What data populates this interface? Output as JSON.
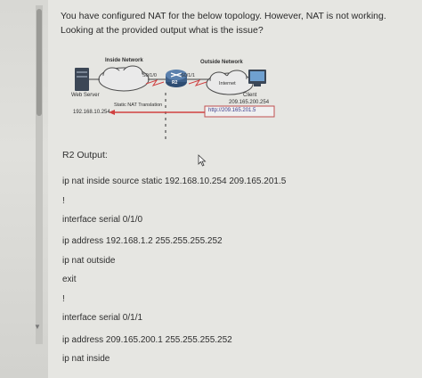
{
  "question": {
    "line1": "You have configured NAT for the below topology. However, NAT is not working.",
    "line2": "Looking at the provided output what is the issue?"
  },
  "diagram": {
    "inside_network": "Inside Network",
    "outside_network": "Outside Network",
    "web_server": "Web Server",
    "web_server_ip": "192.168.10.254",
    "router": "R2",
    "if_inside": "S0/1/0",
    "if_outside": "S0/1/1",
    "internet": "Internet",
    "client": "Client",
    "client_ip": "209.165.200.254",
    "url": "http://209.165.201.5",
    "static_nat": "Static NAT Translation"
  },
  "output": {
    "heading": "R2 Output:",
    "lines": [
      "ip nat inside source static 192.168.10.254 209.165.201.5",
      "!",
      "interface serial 0/1/0",
      "ip address 192.168.1.2 255.255.255.252",
      "ip nat outside",
      "exit",
      "!",
      "interface serial 0/1/1",
      "ip address 209.165.200.1 255.255.255.252",
      "ip nat inside"
    ]
  },
  "colors": {
    "page_bg": "#e6e6e2",
    "nat_arrow": "#d04040",
    "router": "#3d5f88",
    "url_border": "#c05050"
  }
}
